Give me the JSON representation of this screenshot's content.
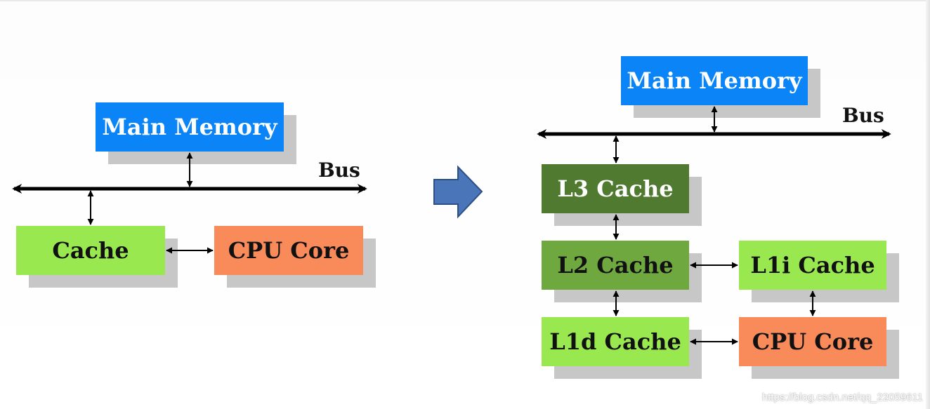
{
  "left": {
    "main_memory": "Main Memory",
    "bus": "Bus",
    "cache": "Cache",
    "cpu_core": "CPU Core"
  },
  "right": {
    "main_memory": "Main Memory",
    "bus": "Bus",
    "l3_cache": "L3 Cache",
    "l2_cache": "L2 Cache",
    "l1i_cache": "L1i Cache",
    "l1d_cache": "L1d Cache",
    "cpu_core": "CPU Core"
  },
  "watermark": "https://blog.csdn.net/qq_22059611",
  "colors": {
    "main_memory": "#0a84f7",
    "cache_light": "#99e84f",
    "cpu_core": "#f98a5a",
    "l3_cache": "#4f7a2f",
    "l2_cache": "#70a840",
    "transition_arrow": "#4a75b8",
    "shadow": "#c7c7c7"
  }
}
